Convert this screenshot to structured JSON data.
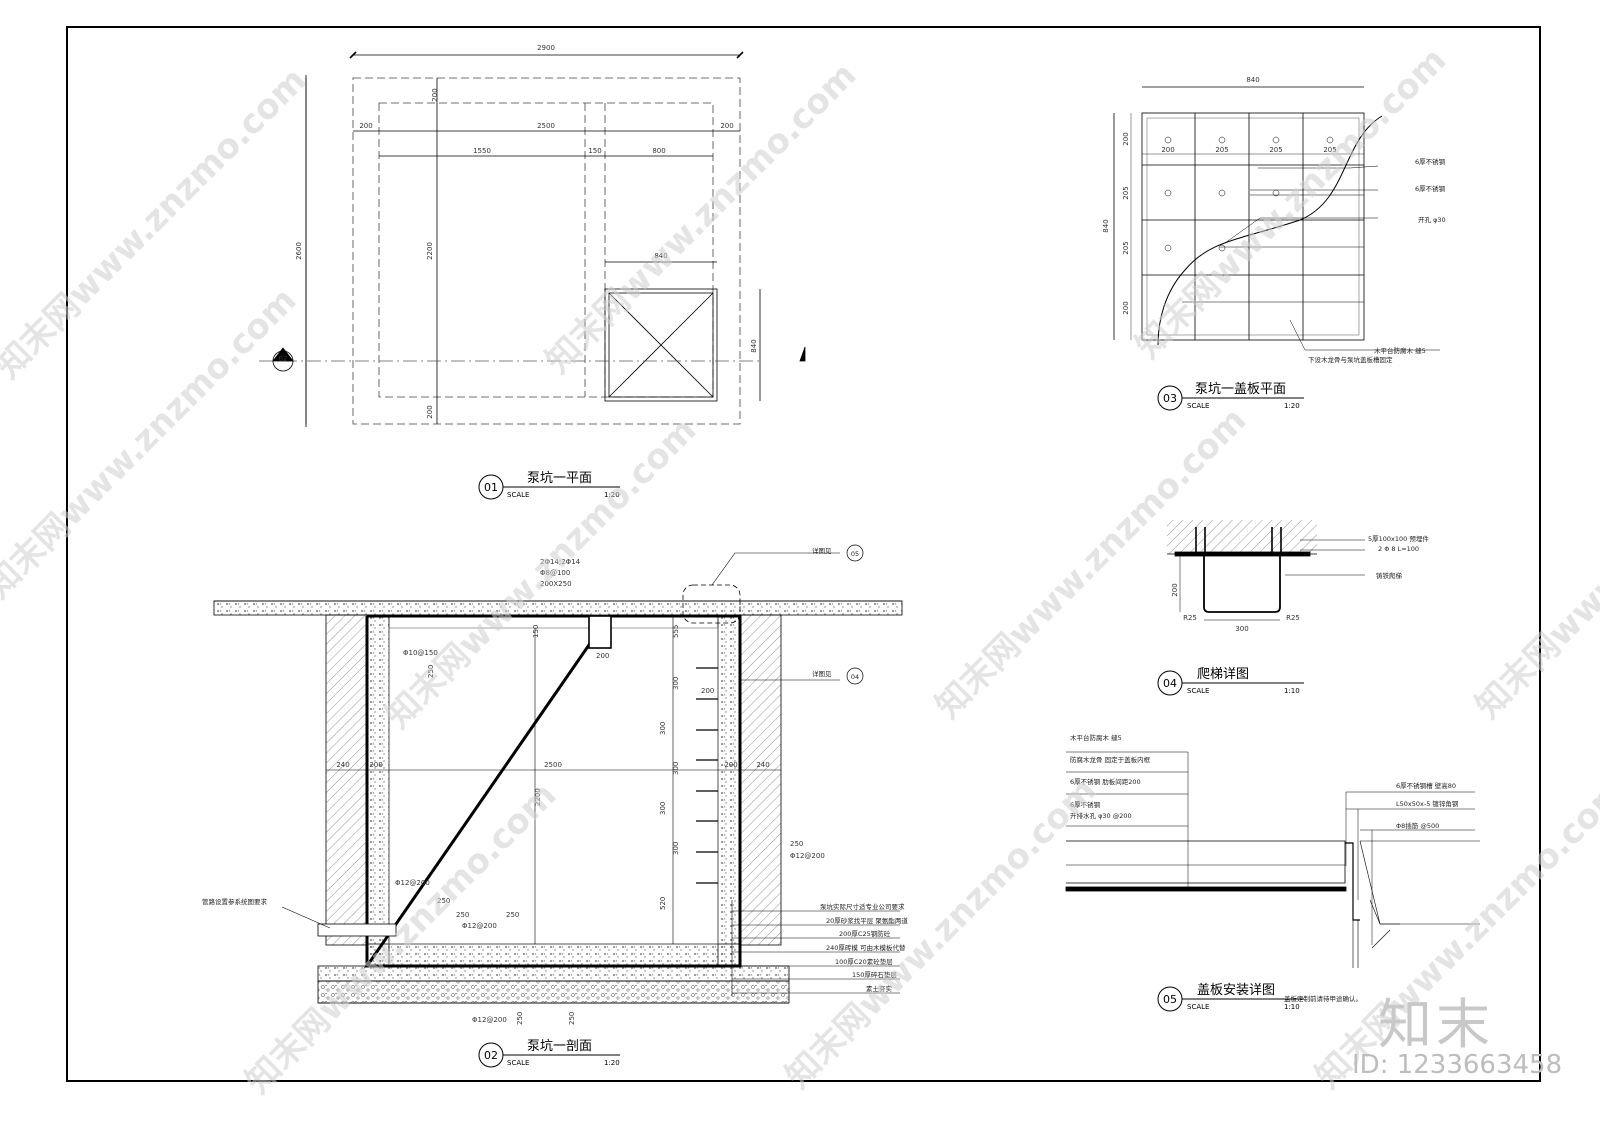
{
  "views": {
    "v01": {
      "num": "01",
      "title": "泵坑一平面",
      "scale_label": "SCALE",
      "scale": "1:20"
    },
    "v02": {
      "num": "02",
      "title": "泵坑一剖面",
      "scale_label": "SCALE",
      "scale": "1:20"
    },
    "v03": {
      "num": "03",
      "title": "泵坑一盖板平面",
      "scale_label": "SCALE",
      "scale": "1:20"
    },
    "v04": {
      "num": "04",
      "title": "爬梯详图",
      "scale_label": "SCALE",
      "scale": "1:10"
    },
    "v05": {
      "num": "05",
      "title": "盖板安装详图",
      "scale_label": "SCALE",
      "scale": "1:10",
      "note": "盖板定制前请待甲途确认。"
    }
  },
  "plan": {
    "dim_total_w": "2900",
    "dim_200_top": "200",
    "dim_200_l": "200",
    "dim_2500": "2500",
    "dim_200_r": "200",
    "dim_1550": "1550",
    "dim_150": "150",
    "dim_800": "800",
    "dim_840_top": "840",
    "dim_2600": "2600",
    "dim_2200": "2200",
    "dim_200_bot": "200",
    "dim_840_side": "840",
    "section_mark": "02"
  },
  "section": {
    "rebar_top1": "2Φ14;2Φ14",
    "rebar_top2": "Φ8@100",
    "rebar_top3": "200X250",
    "ref05": "详图见",
    "ref05n": "05",
    "ref04": "详图见",
    "ref04n": "04",
    "d150": "150",
    "d200a": "200",
    "d555": "555",
    "d300a": "300",
    "d200b": "200",
    "d300b": "300",
    "d300c": "300",
    "d300d": "300",
    "d300e": "300",
    "d520": "520",
    "d240l": "240",
    "d200l": "200",
    "d2500": "2500",
    "d200r": "200",
    "d240r": "240",
    "d2200": "2200",
    "rb_left1": "Φ10@150",
    "rb_left1b": "250",
    "rb_left2": "Φ12@200",
    "rb_left2b": "250",
    "rb_bot1a": "250",
    "rb_bot1b": "250",
    "rb_bot1": "Φ12@200",
    "rb_right": "Φ12@200",
    "rb_rightb": "250",
    "rb_base": "Φ12@200",
    "rb_base_a": "250",
    "rb_base_b": "250",
    "pipe_note": "管路设置参系统图要求",
    "layers": [
      "泵坑实际尺寸适专业公司要求",
      "20厚砂浆找平层 聚氨酯两道",
      "200厚C25钢防砼",
      "240厚砖模 可由木模板代替",
      "100厚C20素砼垫层",
      "150厚碎石垫层",
      "素土夯实"
    ]
  },
  "cover": {
    "d840_top": "840",
    "d840_side": "840",
    "top_dims": [
      "200",
      "205",
      "205",
      "205",
      "200"
    ],
    "side_dims": [
      "200",
      "205",
      "205",
      "200"
    ],
    "n1": "6厚不锈钢",
    "n2": "6厚不锈钢",
    "n3": "开孔 φ30",
    "n4a": "木平台防腐木 缝5",
    "n4b": "下设木龙骨与泵坑盖板槽固定"
  },
  "ladder": {
    "n1": "5厚100x100 预埋件",
    "n2": "2 Φ 8 L=100",
    "n3": "铸铁爬梯",
    "d200": "200",
    "d300": "300",
    "d25a": "R25",
    "d25b": "R25"
  },
  "install": {
    "l1": "木平台防腐木 缝5",
    "l2": "防腐木龙骨 固定于盖板内框",
    "l3": "6厚不锈钢 肋板间距200",
    "l4": "6厚不锈钢",
    "l5": "开排水孔 φ30 @200",
    "r1": "6厚不锈钢槽 壁高80",
    "r2": "L50x50x-5 镀锌角钢",
    "r3": "Φ8插筋 @500"
  },
  "watermark": {
    "text": "知末网www.znzmo.com",
    "brand": "知末",
    "id": "ID: 1233663458"
  }
}
